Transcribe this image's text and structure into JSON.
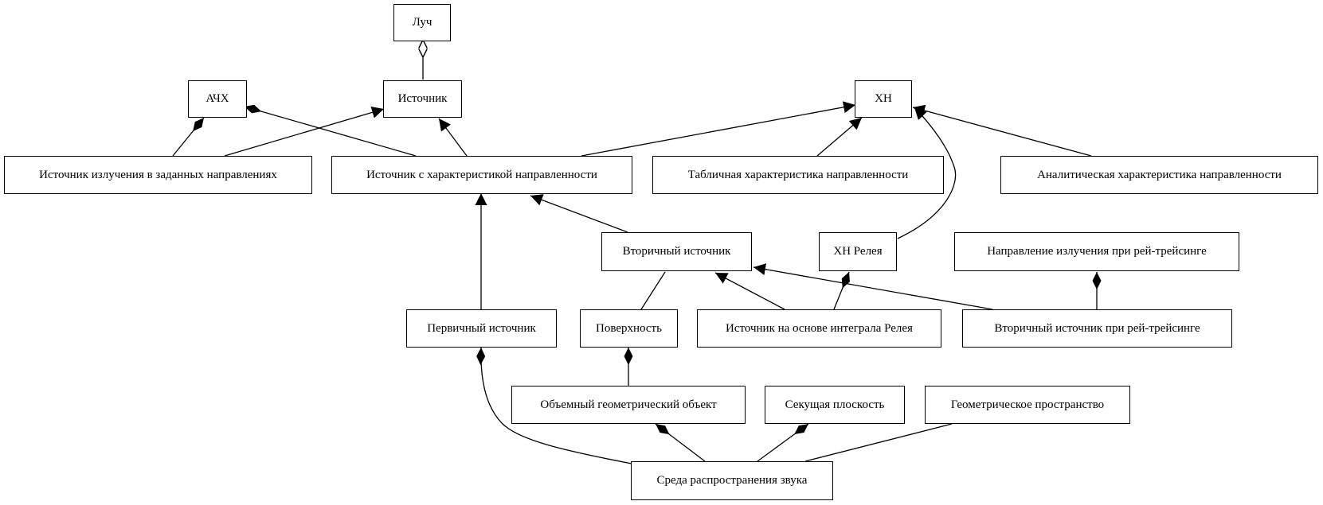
{
  "diagram": {
    "nodes": {
      "luch": "Луч",
      "achkh": "АЧХ",
      "istochnik": "Источник",
      "khn": "ХН",
      "ist_izluch": "Источник излучения в заданных направлениях",
      "ist_s_khar": "Источник с характеристикой направленности",
      "tabl_khar": "Табличная характеристика направленности",
      "anal_khar": "Аналитическая характеристика направленности",
      "vtor_ist": "Вторичный источник",
      "khn_releya": "ХН Релея",
      "napr_izluch": "Направление излучения при рей-трейсинге",
      "perv_ist": "Первичный источник",
      "poverkhnost": "Поверхность",
      "ist_integral": "Источник на основе интеграла Релея",
      "vtor_ist_rt": "Вторичный источник при рей-трейсинге",
      "obem_obj": "Объемный геометрический объект",
      "sekush": "Секущая плоскость",
      "geom_prostr": "Геометрическое пространство",
      "sreda": "Среда распространения звука"
    }
  }
}
